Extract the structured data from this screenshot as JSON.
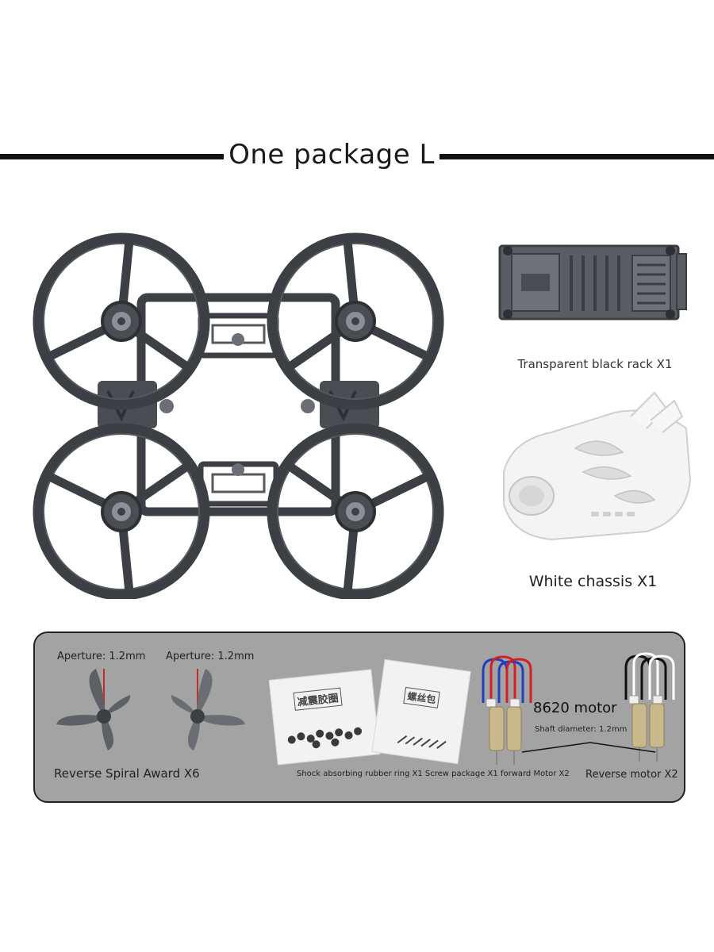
{
  "header": {
    "title": "One package L"
  },
  "items": {
    "rack_label": "Transparent black rack X1",
    "chassis_label": "White chassis X1"
  },
  "panel": {
    "aperture_1": "Aperture: 1.2mm",
    "aperture_2": "Aperture: 1.2mm",
    "propeller_label": "Reverse Spiral Award X6",
    "bag_1_text": "减震胶圈",
    "bag_2_text": "螺丝包",
    "middle_label": "Shock absorbing rubber ring X1 Screw package X1 forward Motor X2",
    "motor_title": "8620 motor",
    "shaft_label": "Shaft diameter: 1.2mm",
    "reverse_motor_label": "Reverse motor X2"
  },
  "colors": {
    "frame": "#3c3f43",
    "panel": "#a3a3a3",
    "wire_red": "#d21f26",
    "wire_blue": "#1f3fbf"
  }
}
